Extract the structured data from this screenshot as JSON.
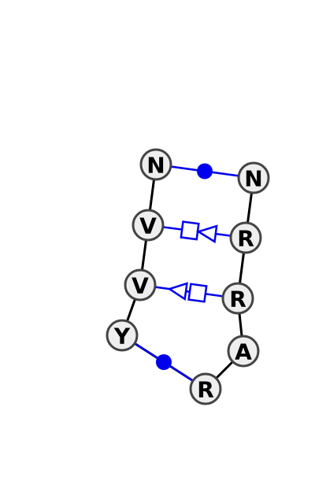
{
  "diagram": {
    "nodes": [
      {
        "id": "n1",
        "label": "N"
      },
      {
        "id": "n2",
        "label": "V"
      },
      {
        "id": "n3",
        "label": "V"
      },
      {
        "id": "n4",
        "label": "Y"
      },
      {
        "id": "n5",
        "label": "R"
      },
      {
        "id": "n6",
        "label": "A"
      },
      {
        "id": "n7",
        "label": "R"
      },
      {
        "id": "n8",
        "label": "R"
      },
      {
        "id": "n9",
        "label": "N"
      }
    ],
    "backbone": [
      "n1",
      "n2",
      "n3",
      "n4",
      "n5",
      "n6",
      "n7",
      "n8",
      "n9"
    ],
    "pairs": [
      {
        "from": "n1",
        "to": "n9",
        "symbol": "circle"
      },
      {
        "from": "n2",
        "to": "n8",
        "symbol": "square-triangle"
      },
      {
        "from": "n3",
        "to": "n7",
        "symbol": "triangle-square"
      },
      {
        "from": "n4",
        "to": "n5",
        "symbol": "circle"
      }
    ],
    "colors": {
      "backbone": "#000000",
      "pair": "#0000ee",
      "node_fill": "#eeeeee",
      "node_stroke": "#444444"
    }
  }
}
